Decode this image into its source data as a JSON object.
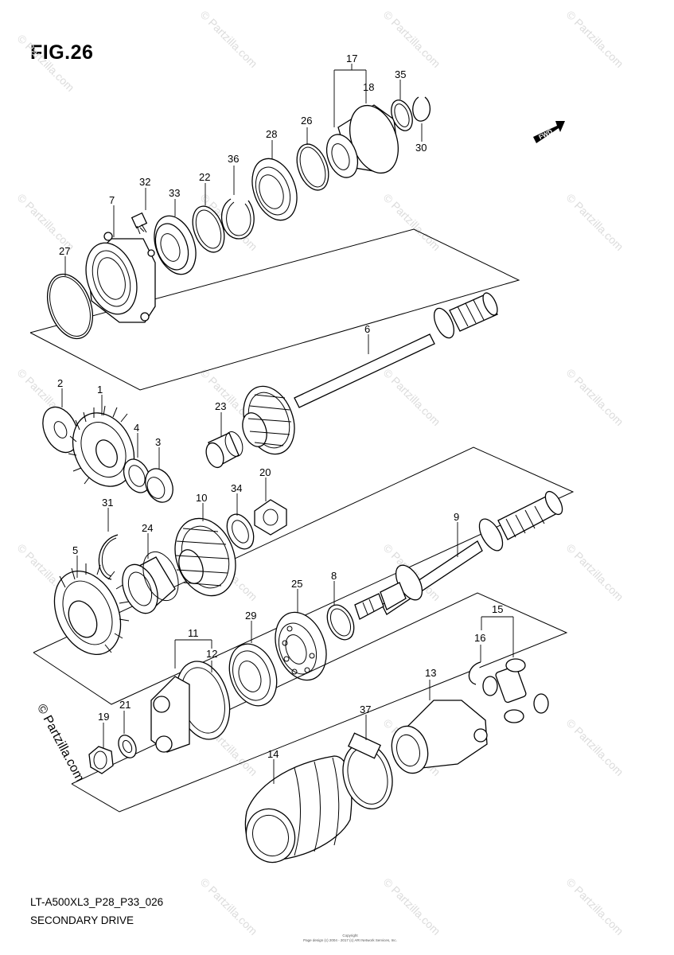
{
  "figure": {
    "title": "FIG.26",
    "ref_code": "LT-A500XL3_P28_P33_026",
    "section_name": "SECONDARY DRIVE",
    "direction_badge": "FWD",
    "copyright_lines": [
      "Copyright",
      "Page design (c) 2004 - 2017 (c) ARI Network Services, Inc."
    ]
  },
  "watermark": {
    "text": "© Partzilla.com",
    "side_text": "© Partzilla.com"
  },
  "callouts": {
    "c1": "1",
    "c2": "2",
    "c3": "3",
    "c4": "4",
    "c5": "5",
    "c6": "6",
    "c7": "7",
    "c8": "8",
    "c9": "9",
    "c10": "10",
    "c11": "11",
    "c12": "12",
    "c13": "13",
    "c14": "14",
    "c15": "15",
    "c16": "16",
    "c17": "17",
    "c18": "18",
    "c19": "19",
    "c20": "20",
    "c21": "21",
    "c22": "22",
    "c23": "23",
    "c24": "24",
    "c25": "25",
    "c26": "26",
    "c27": "27",
    "c28": "28",
    "c29": "29",
    "c30": "30",
    "c31": "31",
    "c32": "32",
    "c33": "33",
    "c34": "34",
    "c35": "35",
    "c36": "36",
    "c37": "37"
  },
  "icons": {
    "fwd_arrow": "fwd-arrow-icon",
    "copyright_mark": "copyright-icon"
  }
}
